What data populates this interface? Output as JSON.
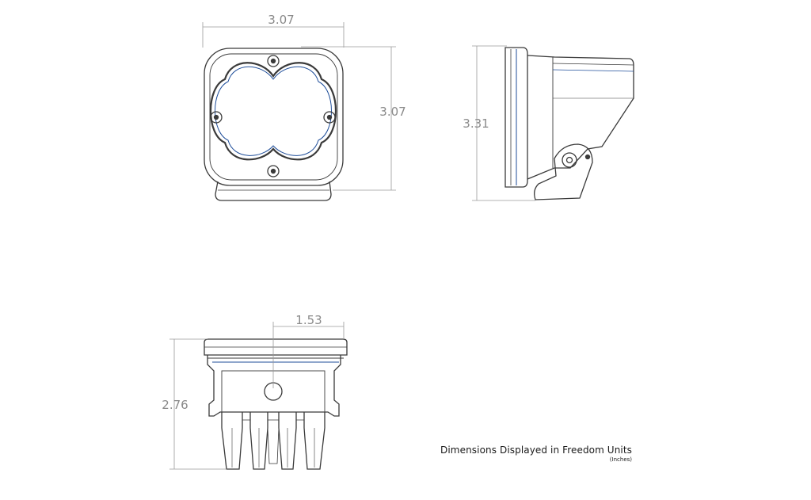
{
  "dimensions": {
    "front_width": "3.07",
    "front_height": "3.07",
    "side_height": "3.31",
    "bottom_half_width": "1.53",
    "bottom_depth": "2.76"
  },
  "caption": {
    "title": "Dimensions Displayed in Freedom Units",
    "subtitle": "(Inches)"
  },
  "colors": {
    "outline": "#3a3a3a",
    "dimension_line": "#9a9a9a",
    "accent_blue": "#1f4e9a",
    "background": "#ffffff"
  }
}
